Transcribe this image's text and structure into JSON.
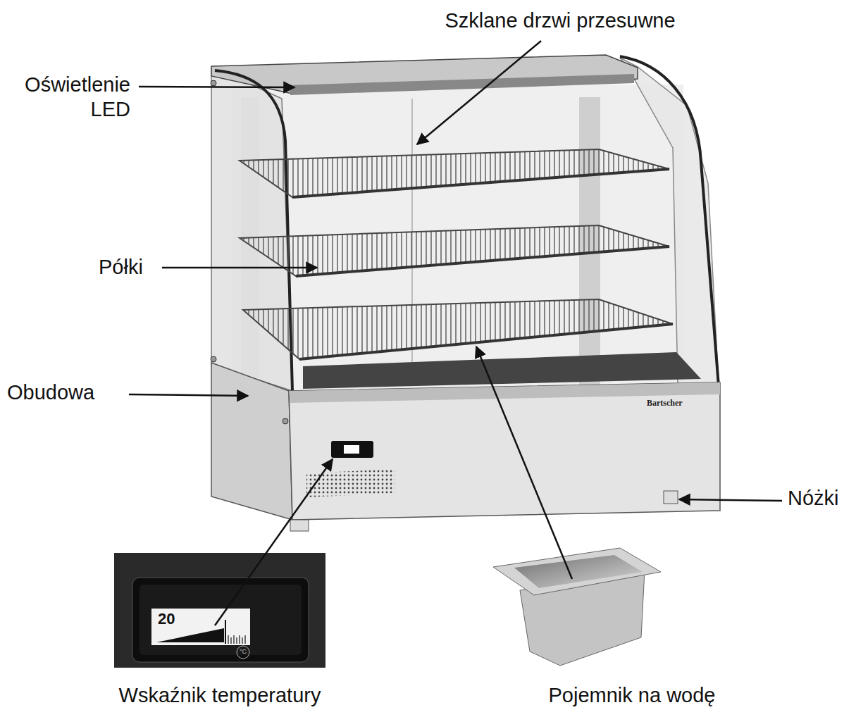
{
  "diagram": {
    "labels": [
      "Szklane drzwi przesuwne",
      "Oświetlenie LED",
      "Półki",
      "Obudowa",
      "Bartscher",
      "Nóżki",
      "20",
      "°C",
      "Wskaźnik temperatury",
      "Pojemnik na wodę"
    ]
  }
}
